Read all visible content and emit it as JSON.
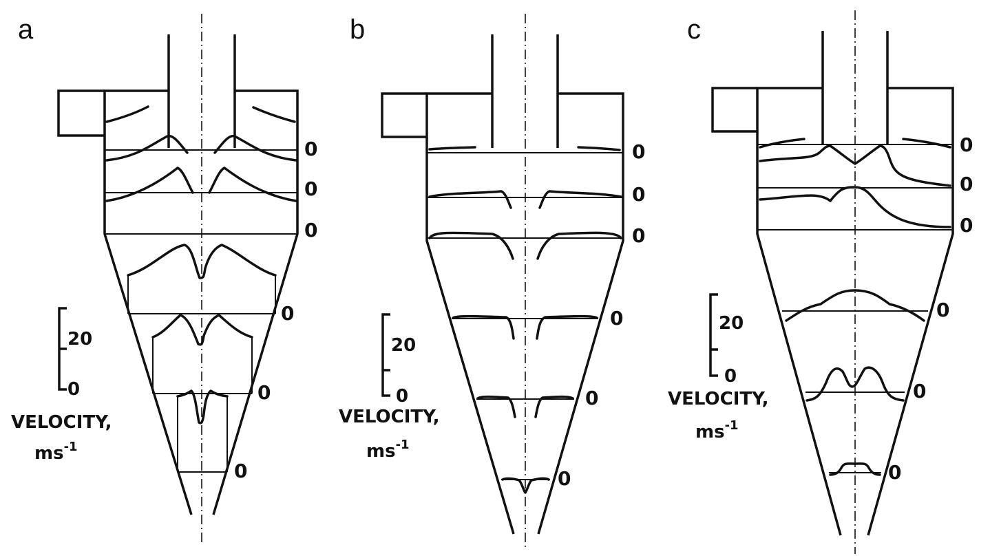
{
  "figure": {
    "panels": [
      {
        "letter": "a",
        "zero_labels": [
          "0",
          "0",
          "0",
          "0",
          "0",
          "0"
        ],
        "scale": {
          "top_label": "20",
          "bottom_label": "0"
        },
        "unit": {
          "line1": "VELOCITY,",
          "line2": "ms",
          "superscript": "-1"
        }
      },
      {
        "letter": "b",
        "zero_labels": [
          "0",
          "0",
          "0",
          "0",
          "0",
          "0"
        ],
        "scale": {
          "top_label": "20",
          "bottom_label": "0"
        },
        "unit": {
          "line1": "VELOCITY,",
          "line2": "ms",
          "superscript": "-1"
        }
      },
      {
        "letter": "c",
        "zero_labels": [
          "0",
          "0",
          "0",
          "0",
          "0"
        ],
        "scale": {
          "top_label": "20",
          "bottom_label": "0"
        },
        "unit": {
          "line1": "VELOCITY,",
          "line2": "ms",
          "superscript": "-1"
        }
      }
    ]
  }
}
